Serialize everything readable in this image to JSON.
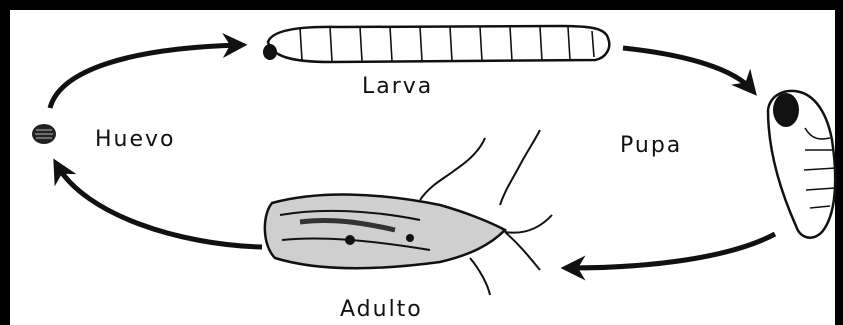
{
  "stages": {
    "larva": "Larva",
    "huevo": "Huevo",
    "pupa": "Pupa",
    "adulto": "Adulto"
  },
  "colors": {
    "ink": "#111111",
    "background": "#ffffff"
  }
}
